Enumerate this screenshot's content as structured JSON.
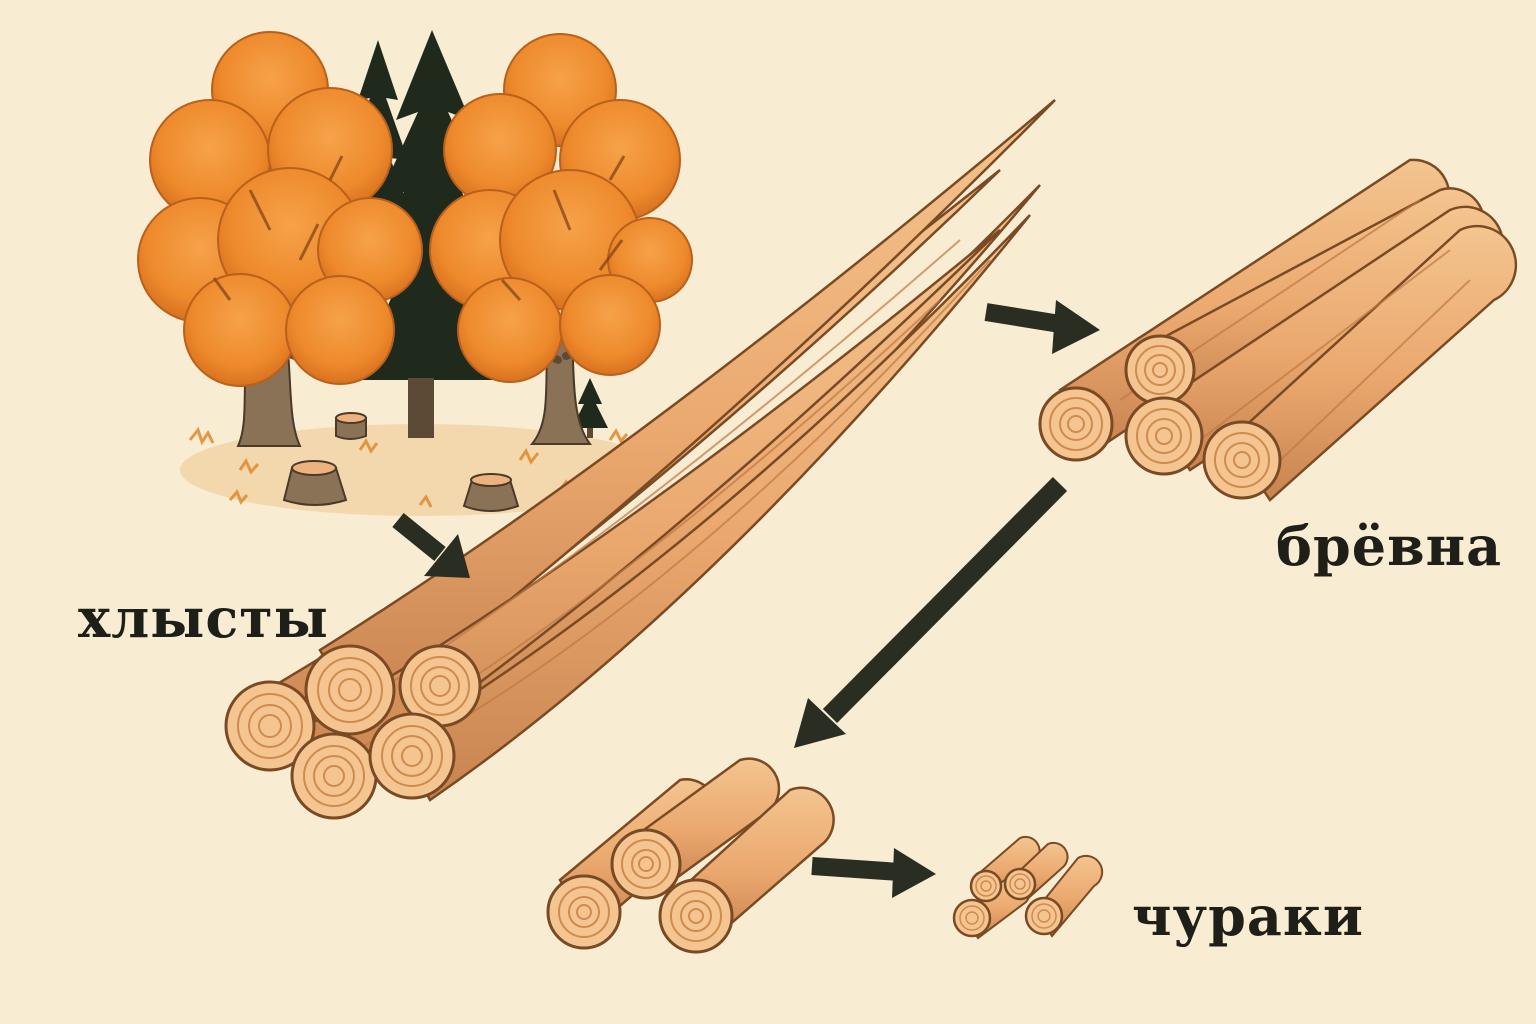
{
  "labels": {
    "whips": "хлысты",
    "logs": "брёвна",
    "chocks": "чураки"
  },
  "colors": {
    "background": "#f8ecd2",
    "foliage": "#ee8a2c",
    "foliage_dark": "#c8651a",
    "conifer": "#1f2a1c",
    "wood": "#eeb27e",
    "wood_dark": "#c8834f",
    "end_grain": "#f5c591",
    "ring": "#cf8a4e",
    "arrow": "#2a2d22",
    "text": "#1d1f18"
  }
}
